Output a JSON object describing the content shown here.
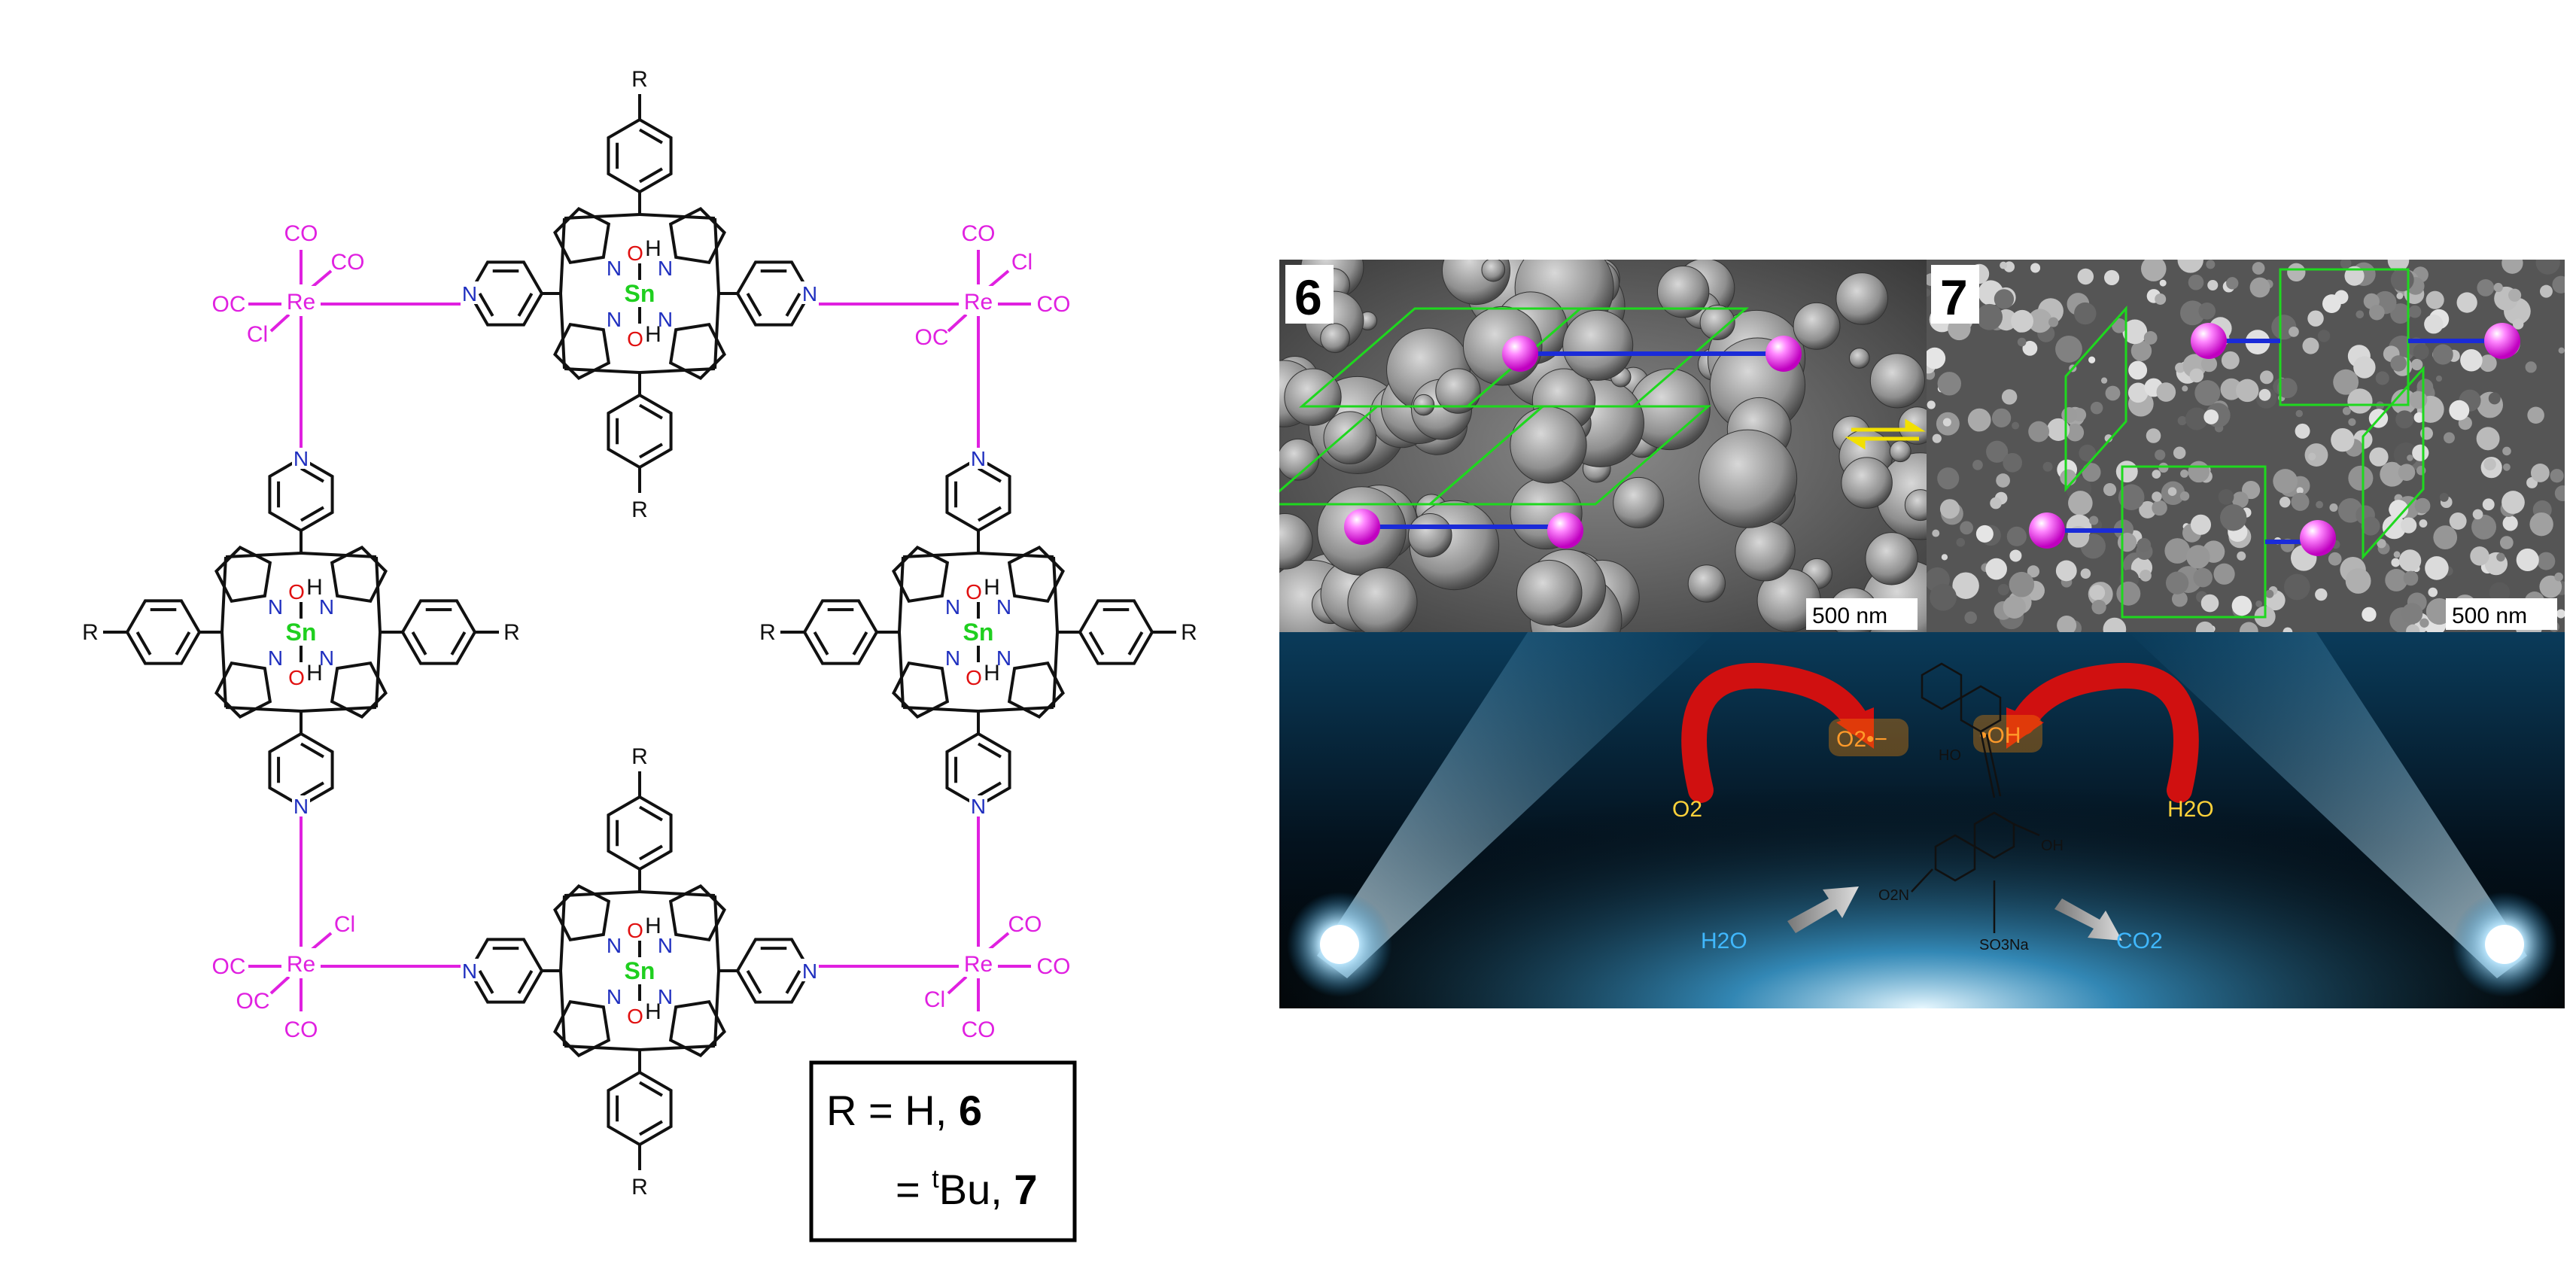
{
  "scheme": {
    "r_label": "R",
    "n_label": "N",
    "oh_label": "O",
    "h_label": "H",
    "sn_label": "Sn",
    "re_label": "Re",
    "co_label": "CO",
    "oc_label": "OC",
    "cl_label": "Cl",
    "legend": {
      "line1_prefix": "R = H, ",
      "line1_bold": "6",
      "line2_prefix": "= ",
      "line2_sup": "t",
      "line2_mid": "Bu, ",
      "line2_bold": "7"
    }
  },
  "panel": {
    "sem_left_label": "6",
    "sem_right_label": "7",
    "scale_bar_left": "500 nm",
    "scale_bar_right": "500 nm",
    "reaction": {
      "o2": "O2",
      "superoxide": "O2•−",
      "hydroxyl": "•OH",
      "water_in": "H2O",
      "water_out": "H2O",
      "co2": "CO2",
      "dye_ho": "HO",
      "dye_oh": "OH",
      "dye_no2": "O2N",
      "dye_so3na": "SO3Na"
    },
    "colors": {
      "grid_green": "#1ed81e",
      "linker_blue": "#1a2bd8",
      "node_magenta": "#ff40ff",
      "arrow_red": "#d01010",
      "equilibrium_yellow": "#f2e000",
      "re_magenta": "#e020e0",
      "sn_green": "#1fcf1f"
    }
  }
}
